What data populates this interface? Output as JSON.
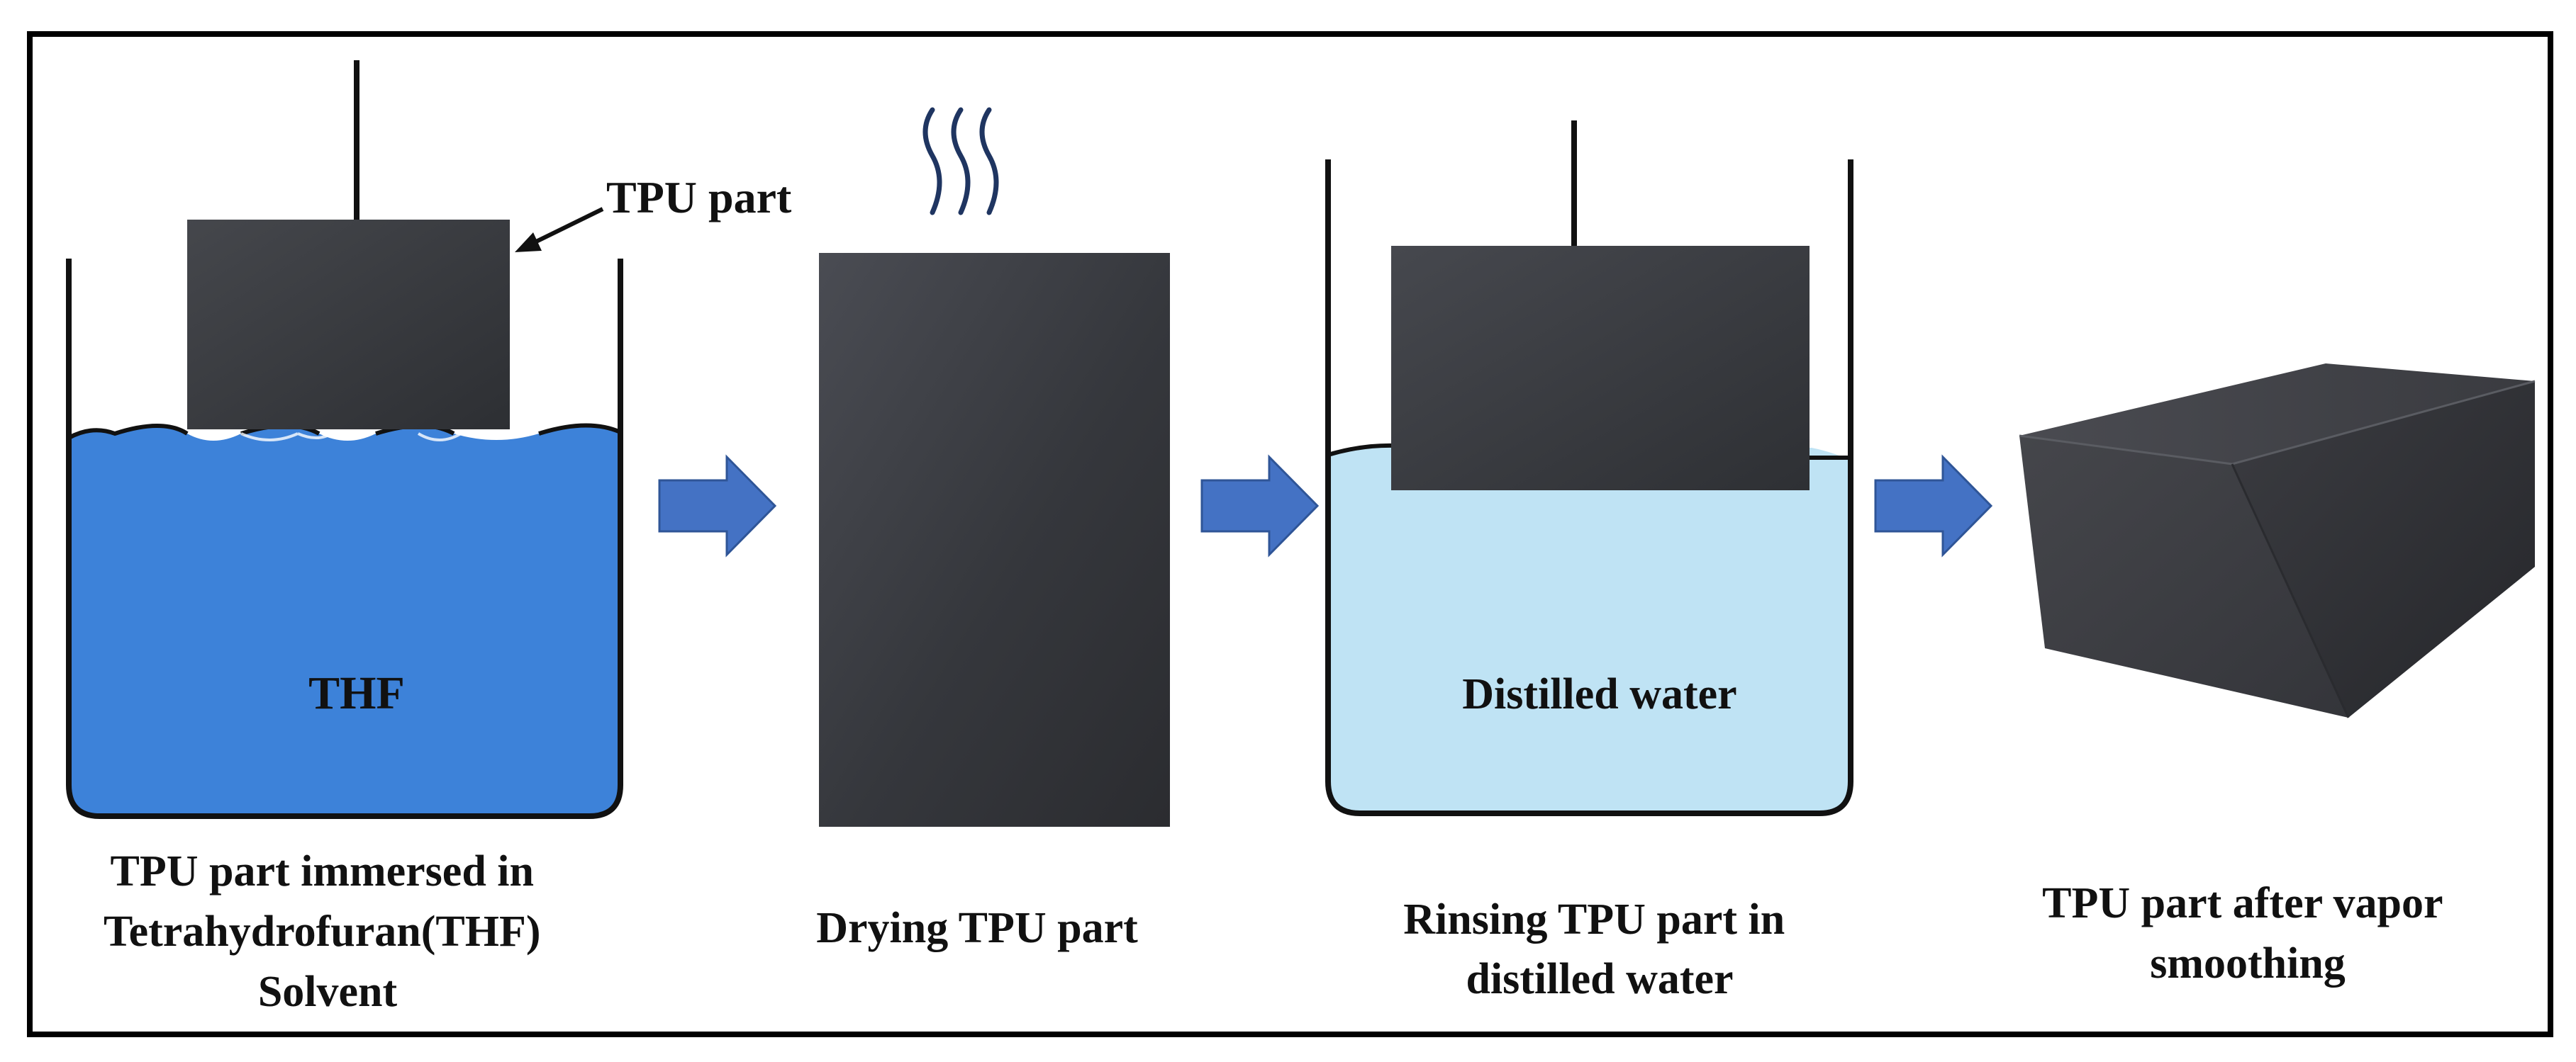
{
  "labels": {
    "tpu_part_callout": "TPU part",
    "thf_liquid": "THF",
    "distilled_water_liquid": "Distilled water",
    "step1_caption": [
      "TPU part immersed in",
      "Tetrahydrofuran(THF)",
      "Solvent"
    ],
    "step2_caption": [
      "Drying TPU part"
    ],
    "step3_caption": [
      "Rinsing TPU part in",
      "distilled water"
    ],
    "step4_caption": [
      "TPU part after vapor",
      "smoothing"
    ]
  },
  "colors": {
    "border": "#000000",
    "thf_blue": "#3d82d9",
    "water_light_blue": "#bfe3f4",
    "arrow_blue": "#4472c4",
    "arrow_stroke": "#2f5597",
    "tpu_dark": "#3b3d42",
    "steam": "#1f3561"
  },
  "icons": {
    "process_arrow": "right-arrow-icon",
    "steam": "steam-icon"
  }
}
